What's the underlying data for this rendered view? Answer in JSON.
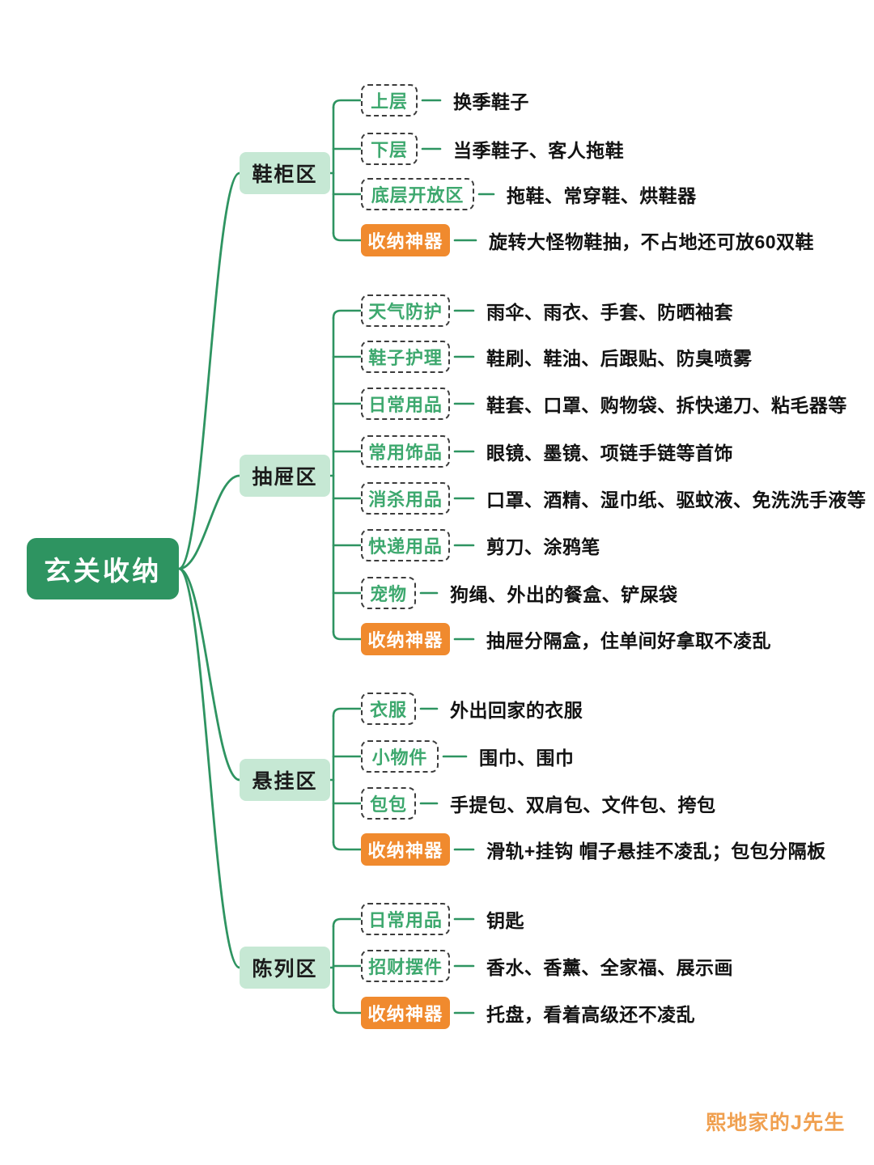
{
  "meta": {
    "title": "玄关收纳",
    "watermark": "熙地家的J先生",
    "colors": {
      "root_bg": "#2E9461",
      "root_text": "#FFFFFF",
      "level2_bg": "#C6E8D4",
      "level2_text": "#1B1B1B",
      "level3_text": "#3DA86E",
      "level3_border": "#3C3C3C",
      "accent_bg": "#F08A2E",
      "accent_text": "#FFFFFF",
      "line": "#2E9461",
      "leaf_text": "#121212",
      "watermark": "#F0A050",
      "page_bg": "#FFFFFF"
    }
  },
  "root": {
    "label": "玄关收纳"
  },
  "branches": [
    {
      "label": "鞋柜区",
      "children": [
        {
          "label": "上层",
          "accent": false,
          "detail": "换季鞋子"
        },
        {
          "label": "下层",
          "accent": false,
          "detail": "当季鞋子、客人拖鞋"
        },
        {
          "label": "底层开放区",
          "accent": false,
          "detail": "拖鞋、常穿鞋、烘鞋器"
        },
        {
          "label": "收纳神器",
          "accent": true,
          "detail": "旋转大怪物鞋抽，不占地还可放60双鞋"
        }
      ]
    },
    {
      "label": "抽屉区",
      "children": [
        {
          "label": "天气防护",
          "accent": false,
          "detail": "雨伞、雨衣、手套、防晒袖套"
        },
        {
          "label": "鞋子护理",
          "accent": false,
          "detail": "鞋刷、鞋油、后跟贴、防臭喷雾"
        },
        {
          "label": "日常用品",
          "accent": false,
          "detail": "鞋套、口罩、购物袋、拆快递刀、粘毛器等"
        },
        {
          "label": "常用饰品",
          "accent": false,
          "detail": "眼镜、墨镜、项链手链等首饰"
        },
        {
          "label": "消杀用品",
          "accent": false,
          "detail": "口罩、酒精、湿巾纸、驱蚊液、免洗洗手液等"
        },
        {
          "label": "快递用品",
          "accent": false,
          "detail": "剪刀、涂鸦笔"
        },
        {
          "label": "宠物",
          "accent": false,
          "detail": "狗绳、外出的餐盒、铲屎袋"
        },
        {
          "label": "收纳神器",
          "accent": true,
          "detail": "抽屉分隔盒，住单间好拿取不凌乱"
        }
      ]
    },
    {
      "label": "悬挂区",
      "children": [
        {
          "label": "衣服",
          "accent": false,
          "detail": "外出回家的衣服"
        },
        {
          "label": "小物件",
          "accent": false,
          "detail": "围巾、围巾"
        },
        {
          "label": "包包",
          "accent": false,
          "detail": "手提包、双肩包、文件包、挎包"
        },
        {
          "label": "收纳神器",
          "accent": true,
          "detail": "滑轨+挂钩 帽子悬挂不凌乱；包包分隔板"
        }
      ]
    },
    {
      "label": "陈列区",
      "children": [
        {
          "label": "日常用品",
          "accent": false,
          "detail": "钥匙"
        },
        {
          "label": "招财摆件",
          "accent": false,
          "detail": "香水、香薰、全家福、展示画"
        },
        {
          "label": "收纳神器",
          "accent": true,
          "detail": "托盘，看着高级还不凌乱"
        }
      ]
    }
  ]
}
